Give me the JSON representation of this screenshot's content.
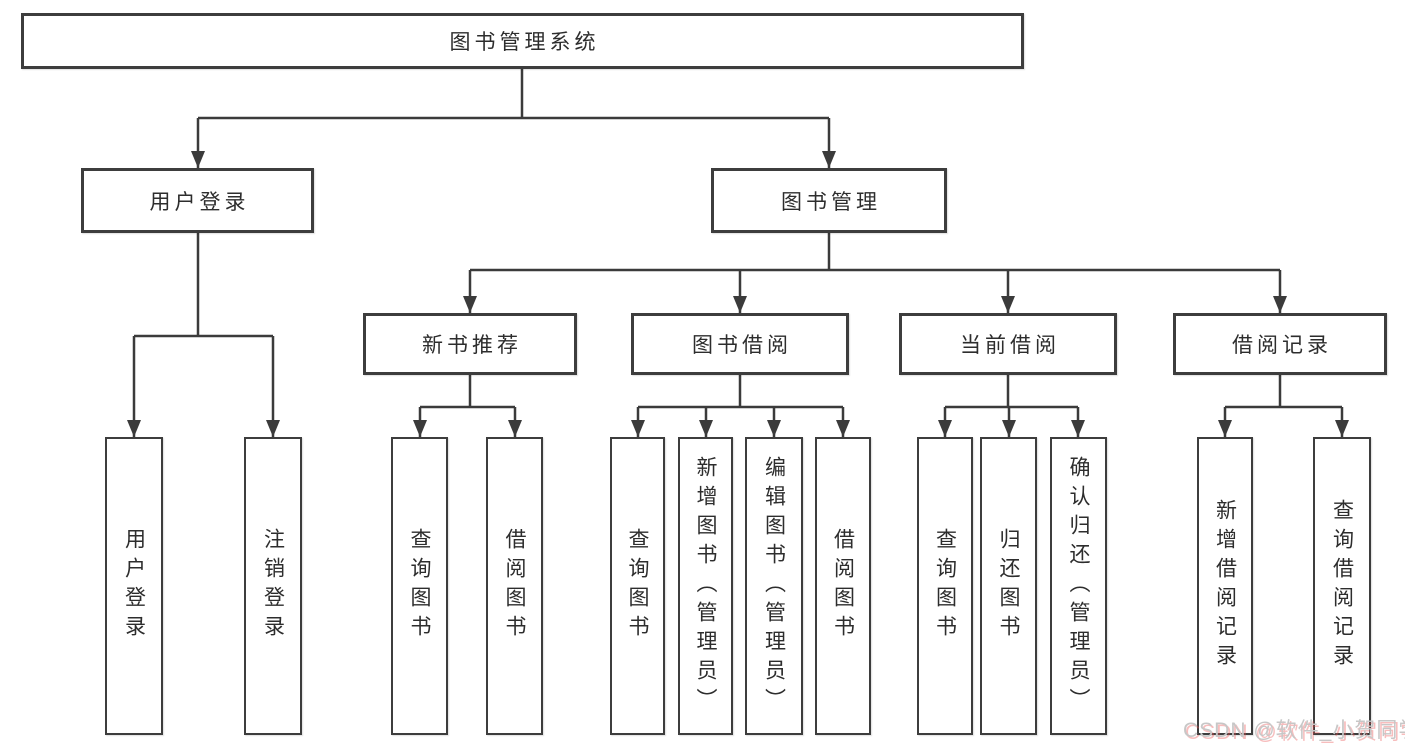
{
  "diagram": {
    "root": {
      "label": "图书管理系统"
    },
    "branches": {
      "user_login": {
        "label": "用户登录"
      },
      "book_mgmt": {
        "label": "图书管理"
      },
      "new_books": {
        "label": "新书推荐"
      },
      "book_borrow": {
        "label": "图书借阅"
      },
      "current_borrow": {
        "label": "当前借阅"
      },
      "borrow_records": {
        "label": "借阅记录"
      }
    },
    "leaves": {
      "user_login": [
        "用户登录",
        "注销登录"
      ],
      "new_books": [
        "查询图书",
        "借阅图书"
      ],
      "book_borrow": [
        "查询图书",
        "新增图书（管理员）",
        "编辑图书（管理员）",
        "借阅图书"
      ],
      "current_borrow": [
        "查询图书",
        "归还图书",
        "确认归还（管理员）"
      ],
      "borrow_records": [
        "新增借阅记录",
        "查询借阅记录"
      ]
    }
  },
  "watermark": {
    "text": "CSDN @软件_小贺同学"
  },
  "colors": {
    "line": "#3b3b3b",
    "box_border": "#3d3d3d",
    "text": "#2d2d2d",
    "watermark": "#c7c7c7"
  }
}
